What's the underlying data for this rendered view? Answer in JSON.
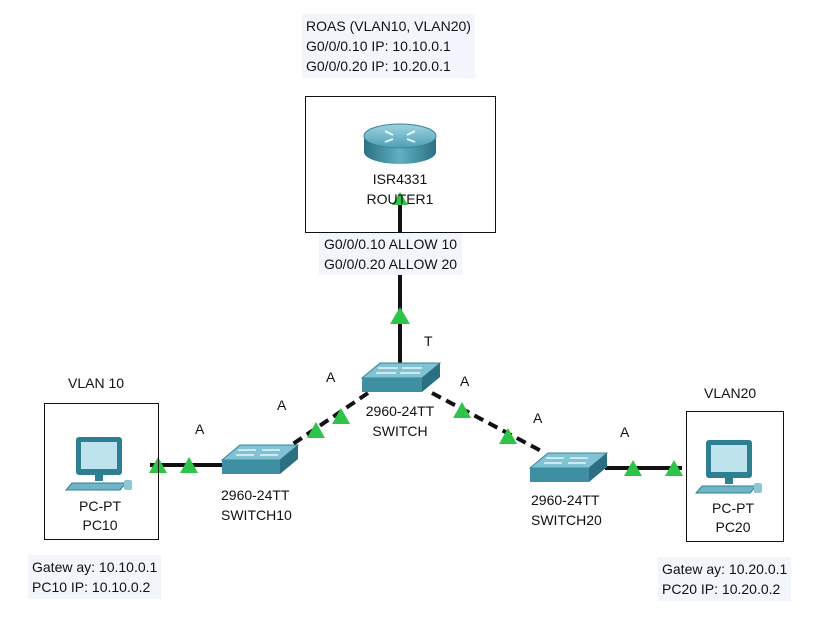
{
  "router_note": {
    "line1": "ROAS (VLAN10, VLAN20)",
    "line2": "G0/0/0.10 IP: 10.10.0.1",
    "line3": "G0/0/0.20 IP: 10.20.0.1"
  },
  "router": {
    "model": "ISR4331",
    "name": "ROUTER1"
  },
  "router_link_note": {
    "line1": "G0/0/0.10 ALLOW 10",
    "line2": "G0/0/0.20 ALLOW 20"
  },
  "switch_core": {
    "model": "2960-24TT",
    "name": "SWITCH"
  },
  "switch10": {
    "model": "2960-24TT",
    "name": "SWITCH10"
  },
  "switch20": {
    "model": "2960-24TT",
    "name": "SWITCH20"
  },
  "pc10": {
    "type": "PC-PT",
    "name": "PC10",
    "vlan_label": "VLAN 10"
  },
  "pc20": {
    "type": "PC-PT",
    "name": "PC20",
    "vlan_label": "VLAN20"
  },
  "pc10_note": {
    "line1": "Gatew ay: 10.10.0.1",
    "line2": "PC10 IP: 10.10.0.2"
  },
  "pc20_note": {
    "line1": "Gatew ay: 10.20.0.1",
    "line2": "PC20 IP: 10.20.0.2"
  },
  "port_labels": {
    "trunk_router": "T",
    "core_left": "A",
    "sw10_right": "A",
    "sw10_left": "A",
    "core_right": "A",
    "sw20_left": "A",
    "sw20_right": "A"
  },
  "colors": {
    "link": "#111111",
    "link_light": "#2ec44a",
    "device": "#3f8fa3"
  }
}
